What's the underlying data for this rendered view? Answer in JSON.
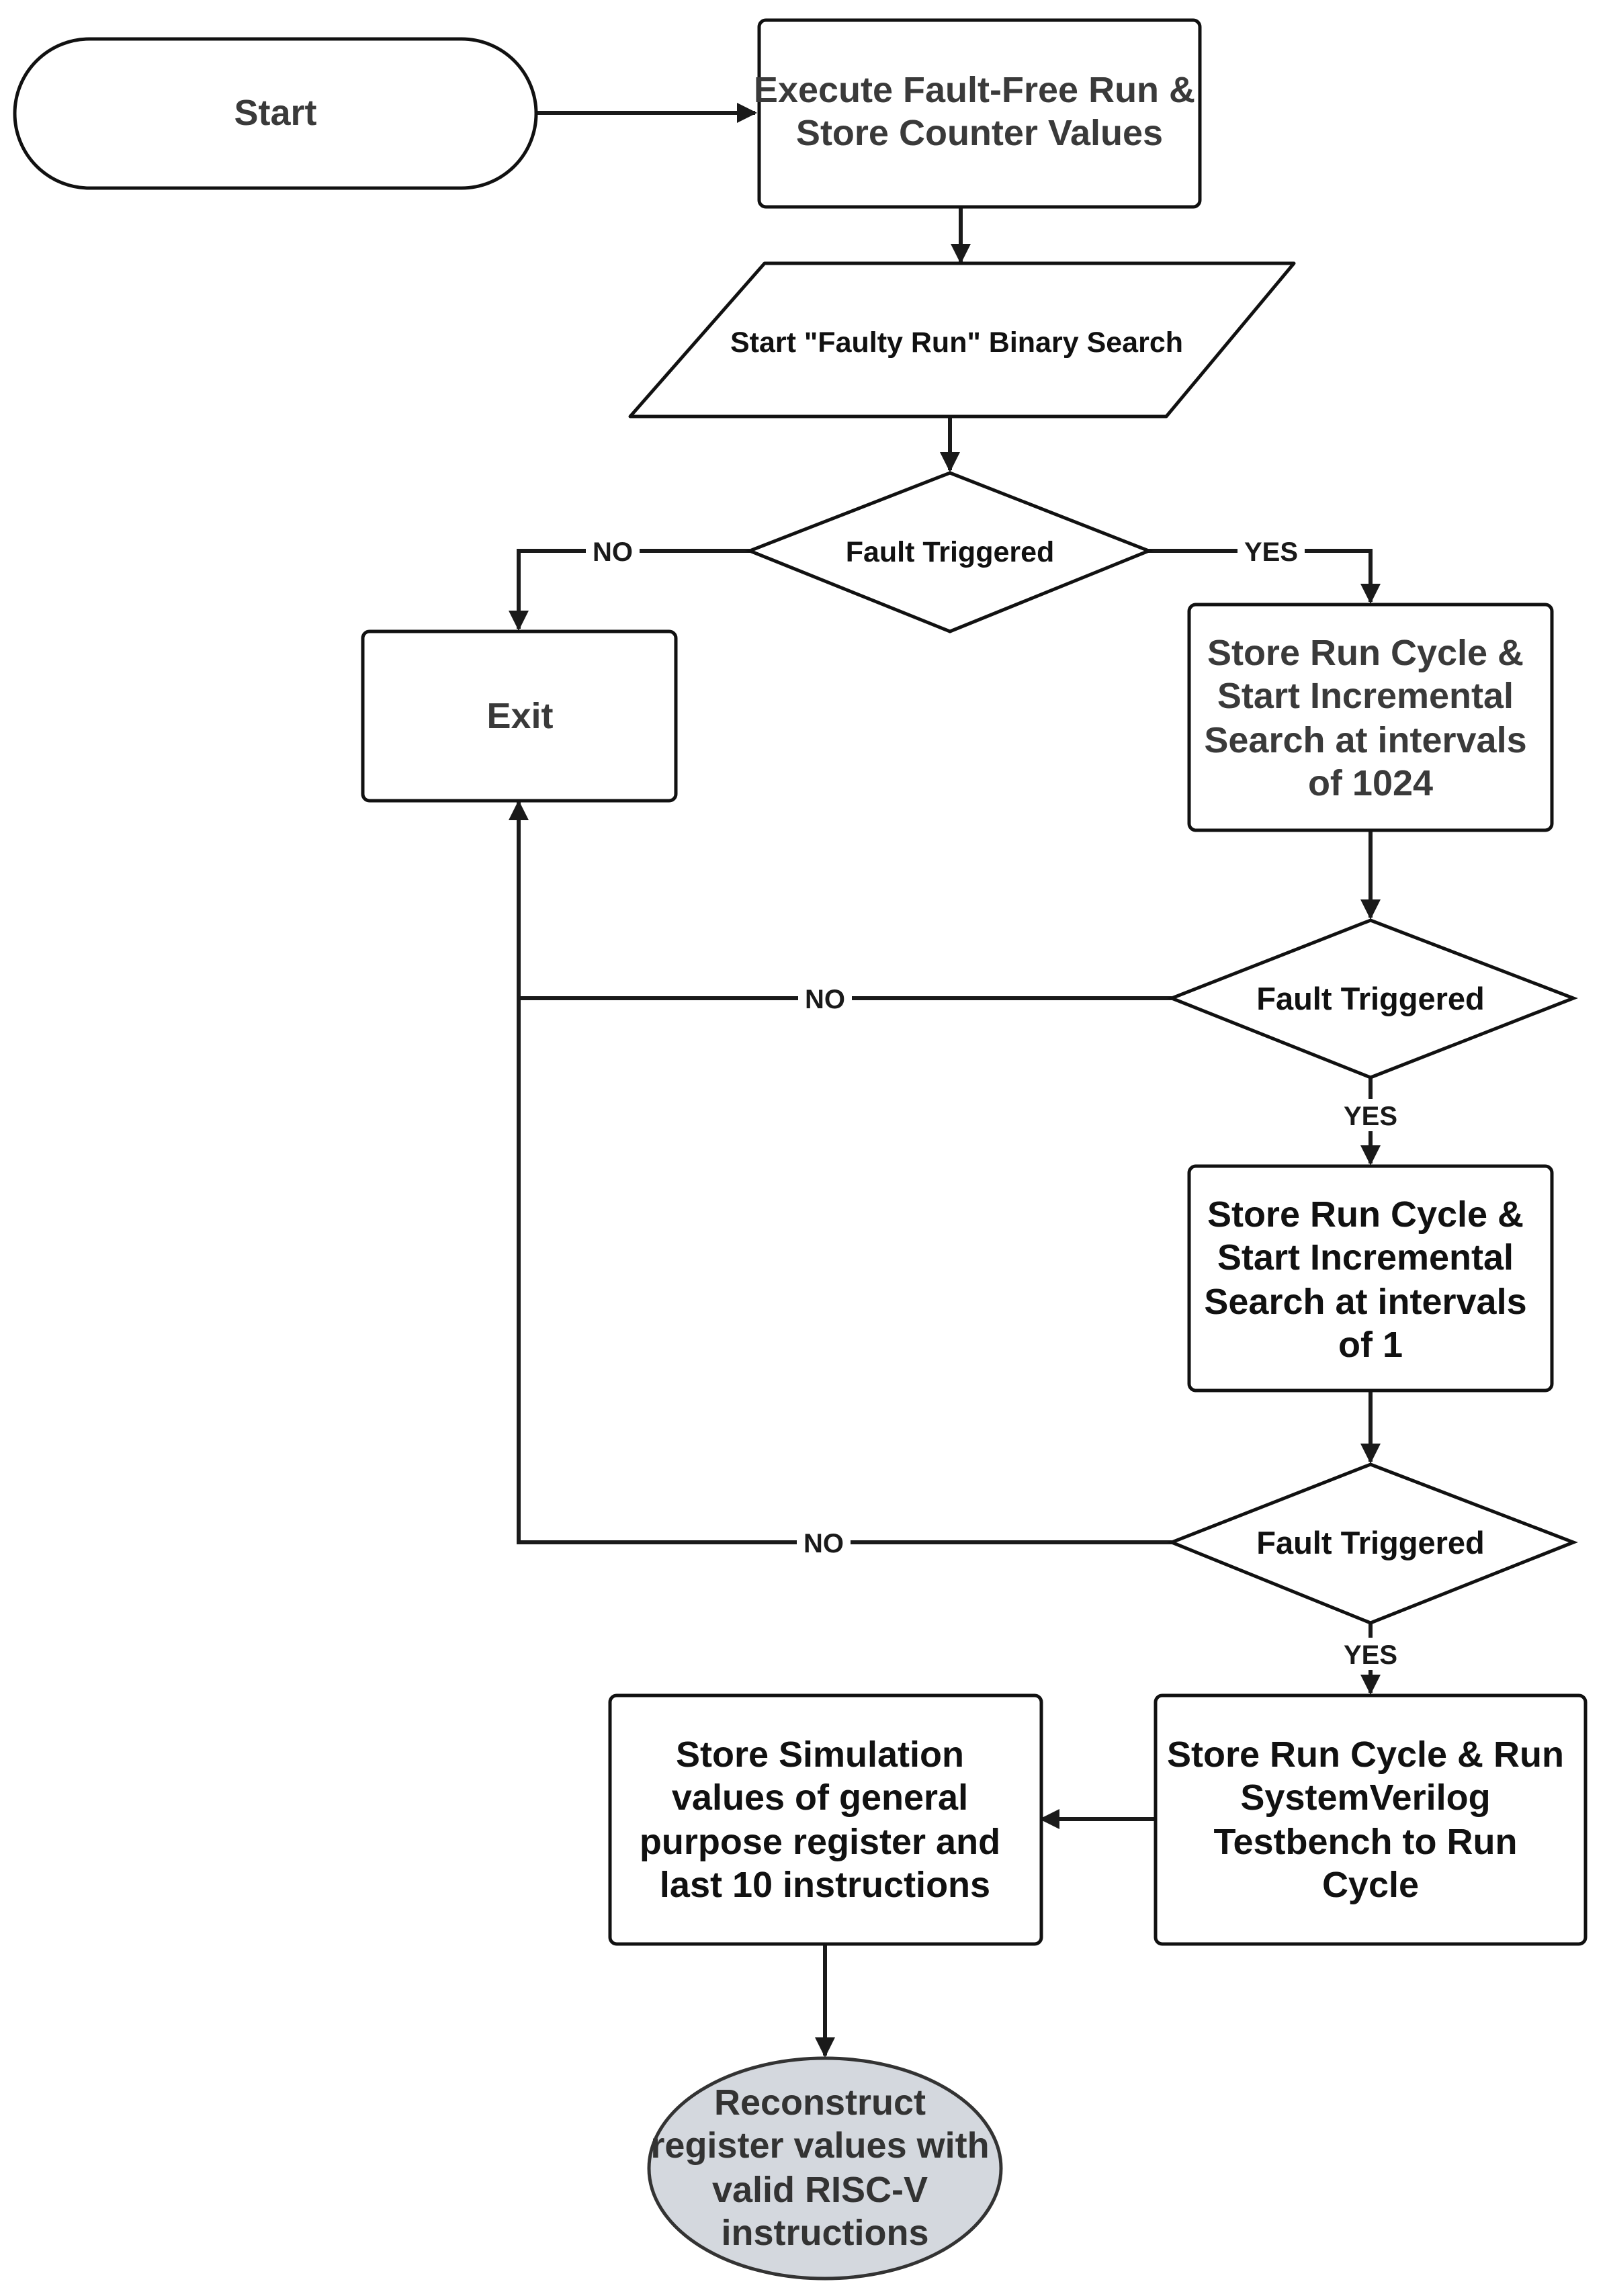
{
  "nodes": {
    "start": "Start",
    "fault_free": [
      "Execute Fault-Free Run &",
      "Store Counter Values"
    ],
    "binary_search": "Start \"Faulty Run\" Binary Search",
    "decision1": "Fault Triggered",
    "exit": "Exit",
    "store_1024": [
      "Store Run Cycle &",
      "Start Incremental",
      "Search at intervals",
      "of 1024"
    ],
    "decision2": "Fault Triggered",
    "store_1": [
      "Store Run Cycle &",
      "Start Incremental",
      "Search at intervals",
      "of 1"
    ],
    "decision3": "Fault Triggered",
    "store_sv": [
      "Store Run Cycle & Run",
      "SystemVerilog",
      "Testbench to Run",
      "Cycle"
    ],
    "store_sim": [
      "Store Simulation",
      "values of general",
      "purpose register and",
      "last 10 instructions"
    ],
    "reconstruct": [
      "Reconstruct",
      "register values with",
      "valid RISC-V",
      "instructions"
    ]
  },
  "edges": {
    "d1_no": "NO",
    "d1_yes": "YES",
    "d2_no": "NO",
    "d2_yes": "YES",
    "d3_no": "NO",
    "d3_yes": "YES"
  },
  "colors": {
    "stroke": "#111111",
    "connector": "#3a3a3a",
    "text": "#222222",
    "terminal_fill": "#d4d8de",
    "background": "#ffffff"
  }
}
